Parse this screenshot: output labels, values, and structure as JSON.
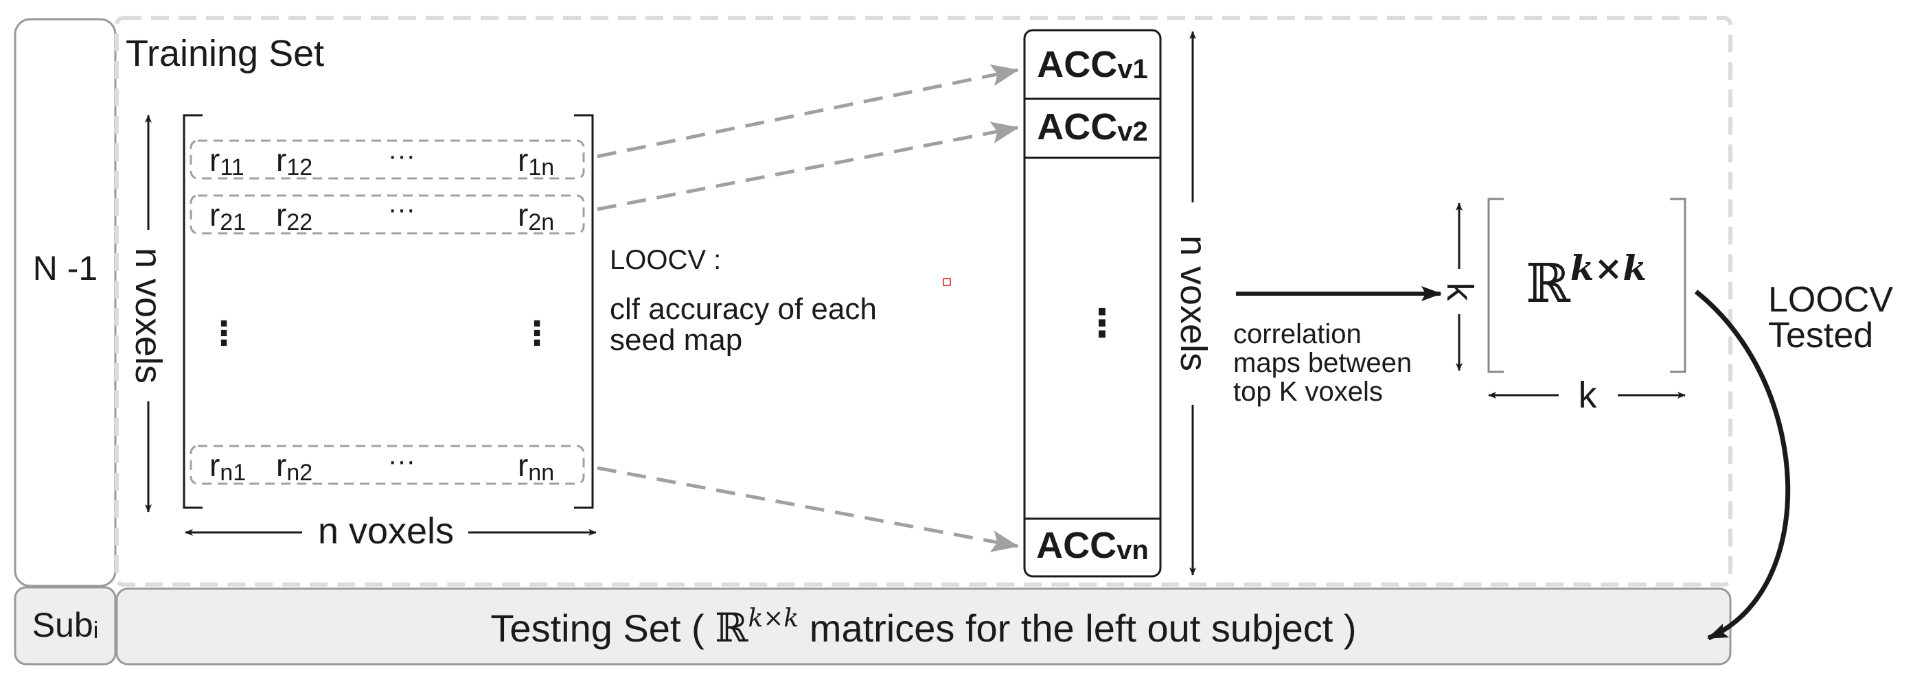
{
  "left_labels": {
    "train_group": "N -1",
    "test_group_main": "Sub",
    "test_group_sub": "i"
  },
  "training_set": {
    "title": "Training Set",
    "row_axis_label": "n voxels",
    "col_axis_label": "n voxels",
    "matrix_rows": [
      [
        {
          "b": "r",
          "s": "11"
        },
        {
          "b": "r",
          "s": "12"
        },
        {
          "b": "···",
          "s": ""
        },
        {
          "b": "r",
          "s": "1n"
        }
      ],
      [
        {
          "b": "r",
          "s": "21"
        },
        {
          "b": "r",
          "s": "22"
        },
        {
          "b": "···",
          "s": ""
        },
        {
          "b": "r",
          "s": "2n"
        }
      ],
      [
        {
          "b": "r",
          "s": "n1"
        },
        {
          "b": "r",
          "s": "n2"
        },
        {
          "b": "···",
          "s": ""
        },
        {
          "b": "r",
          "s": "nn"
        }
      ]
    ],
    "vdots": "⋮"
  },
  "loocv": {
    "title": "LOOCV :",
    "line1": "clf accuracy of each",
    "line2": "seed map"
  },
  "accuracy_column": {
    "cells": [
      {
        "b": "ACC",
        "s": "v1"
      },
      {
        "b": "ACC",
        "s": "v2"
      },
      {
        "b": "ACC",
        "s": "vn"
      }
    ],
    "vdots": "⋮",
    "axis_label": "n voxels"
  },
  "correlation": {
    "line1": "correlation",
    "line2": "maps between",
    "line3": "top K voxels",
    "k_vertical": "k",
    "k_horizontal": "k",
    "matrix_base": "ℝ",
    "matrix_sup": "k×k"
  },
  "loocv_tested": {
    "line1": "LOOCV",
    "line2": "Tested"
  },
  "testing_set": {
    "prefix": "Testing Set ( ",
    "math_base": "ℝ",
    "math_sup": "k×k",
    "suffix": " matrices for the left out subject )"
  },
  "colors": {
    "ink": "#1a1a1a",
    "dashed_gray": "#a0a0a0",
    "panel_fill": "#eeeeee",
    "box_border": "#999999",
    "marker_red": "#e05050"
  }
}
